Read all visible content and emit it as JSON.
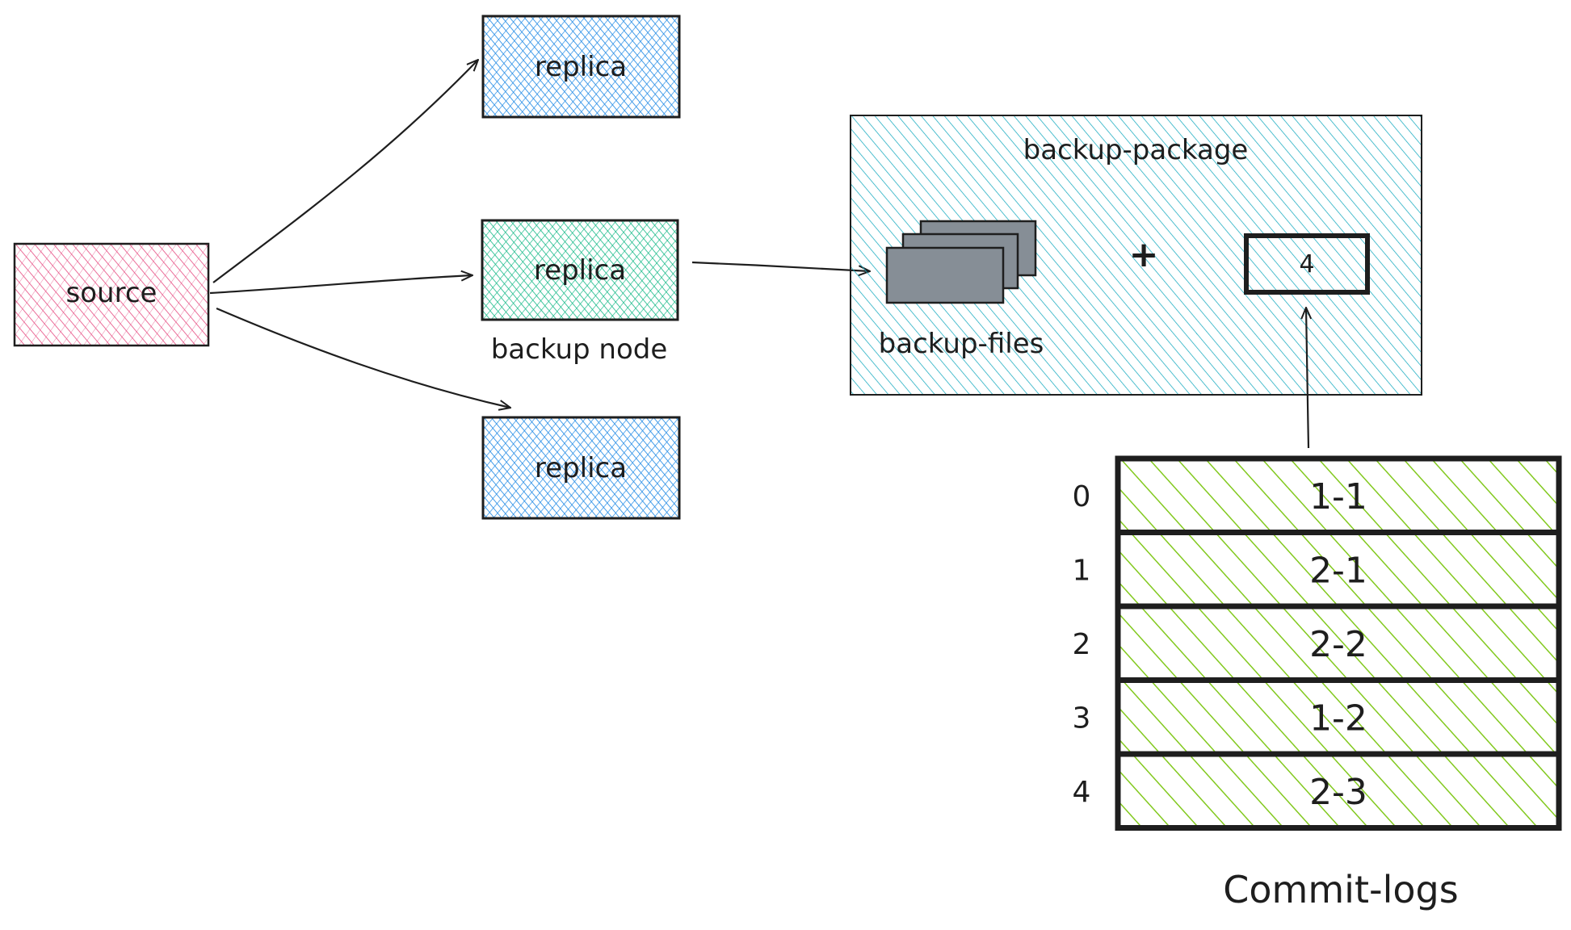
{
  "nodes": {
    "source": {
      "label": "source",
      "color": "#e64980"
    },
    "replica_top": {
      "label": "replica",
      "color": "#228be6"
    },
    "replica_backup": {
      "label": "replica",
      "color": "#12b886",
      "caption": "backup node"
    },
    "replica_bottom": {
      "label": "replica",
      "color": "#228be6"
    }
  },
  "backup_package": {
    "label": "backup-package",
    "color": "#15aabf",
    "files_label": "backup-files",
    "plus": "+",
    "pointer_value": "4",
    "file_stack_color": "#868e96"
  },
  "commit_logs": {
    "title": "Commit-logs",
    "color": "#82c91e",
    "rows": [
      {
        "index": "0",
        "value": "1-1"
      },
      {
        "index": "1",
        "value": "2-1"
      },
      {
        "index": "2",
        "value": "2-2"
      },
      {
        "index": "3",
        "value": "1-2"
      },
      {
        "index": "4",
        "value": "2-3"
      }
    ]
  }
}
